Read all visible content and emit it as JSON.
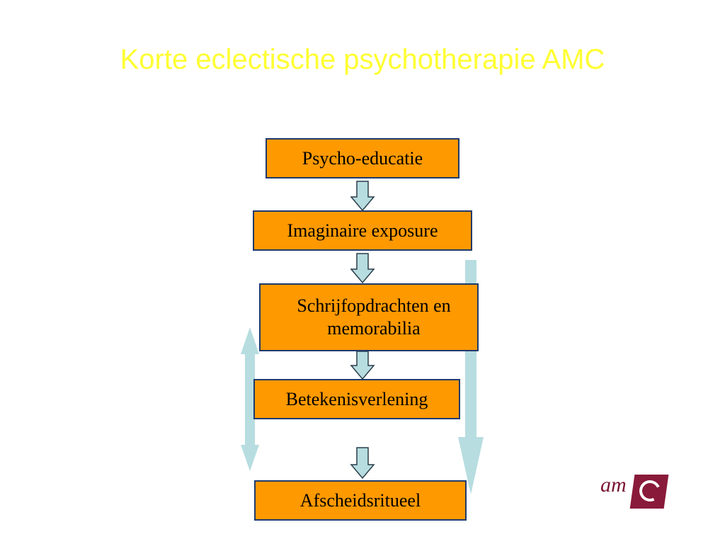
{
  "title": "Korte eclectische psychotherapie AMC",
  "steps": [
    {
      "label": "Psycho-educatie"
    },
    {
      "label": "Imaginaire exposure"
    },
    {
      "label": "Schrijfopdrachten en memorabilia"
    },
    {
      "label": "Betekenisverlening"
    },
    {
      "label": "Afscheidsritueel"
    }
  ],
  "logo": {
    "text": "am"
  },
  "colors": {
    "title": "#ffff33",
    "box_fill": "#ff9900",
    "box_border": "#1f3a6e",
    "arrow_fill": "#b7dde0",
    "logo": "#8a1a3a"
  }
}
